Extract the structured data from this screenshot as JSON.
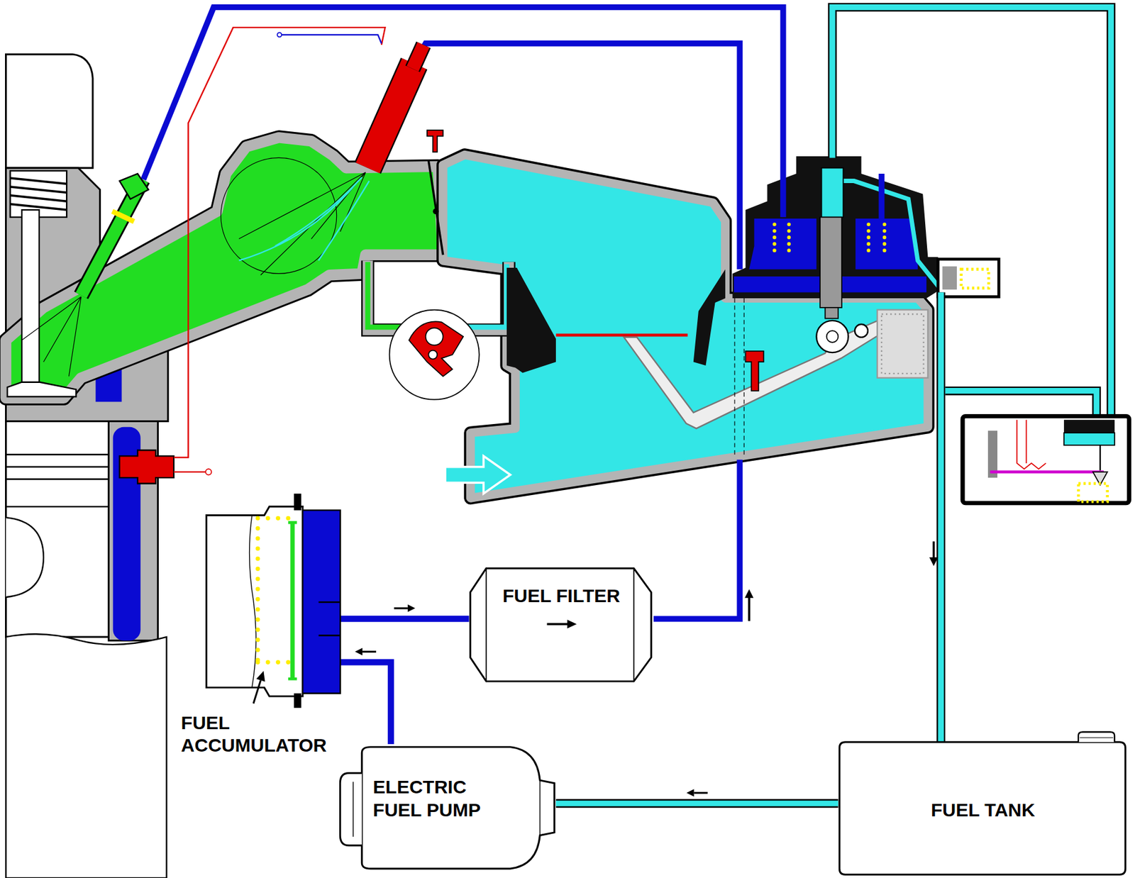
{
  "diagram": {
    "nodes": [
      {
        "text": [
          "FUEL ACCUMULATOR"
        ]
      },
      {
        "text": [
          "FUEL FILTER"
        ]
      },
      {
        "text": [
          "ELECTRIC FUEL PUMP"
        ]
      },
      {
        "text": [
          "FUEL TANK"
        ]
      }
    ],
    "edges": [
      {
        "from": 3,
        "to": 2,
        "arrow": "to"
      },
      {
        "from": 2,
        "to": 0,
        "arrow": "to"
      },
      {
        "from": 0,
        "to": 1,
        "arrow": "to"
      }
    ]
  }
}
